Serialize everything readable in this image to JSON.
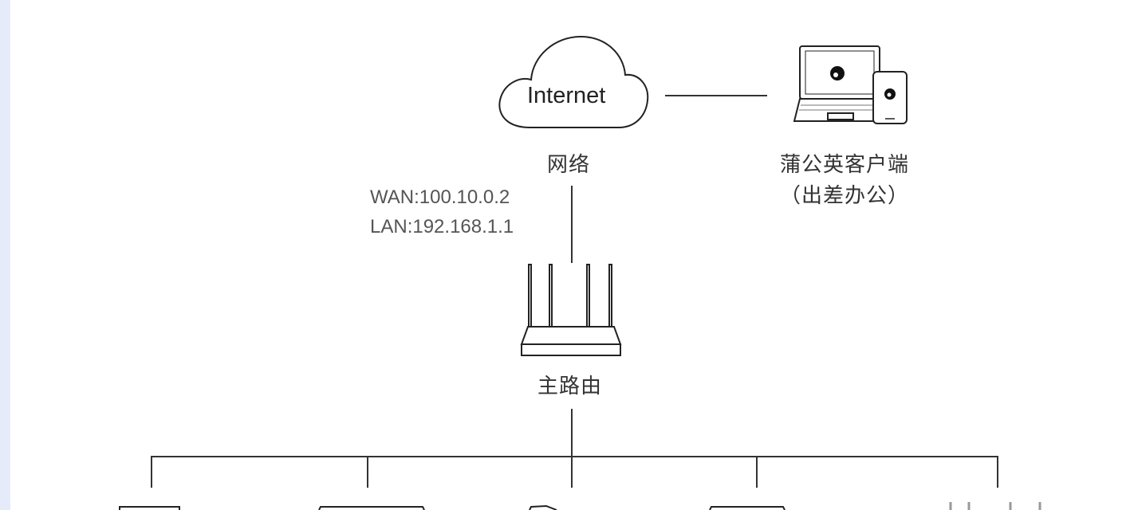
{
  "cloud": {
    "text": "Internet",
    "label": "网络"
  },
  "client": {
    "label_line1": "蒲公英客户端",
    "label_line2": "（出差办公）"
  },
  "router": {
    "wan": "WAN:100.10.0.2",
    "lan": "LAN:192.168.1.1",
    "label": "主路由"
  },
  "colors": {
    "line": "#333333",
    "text": "#333333",
    "side_strip": "#e6ebfa"
  }
}
